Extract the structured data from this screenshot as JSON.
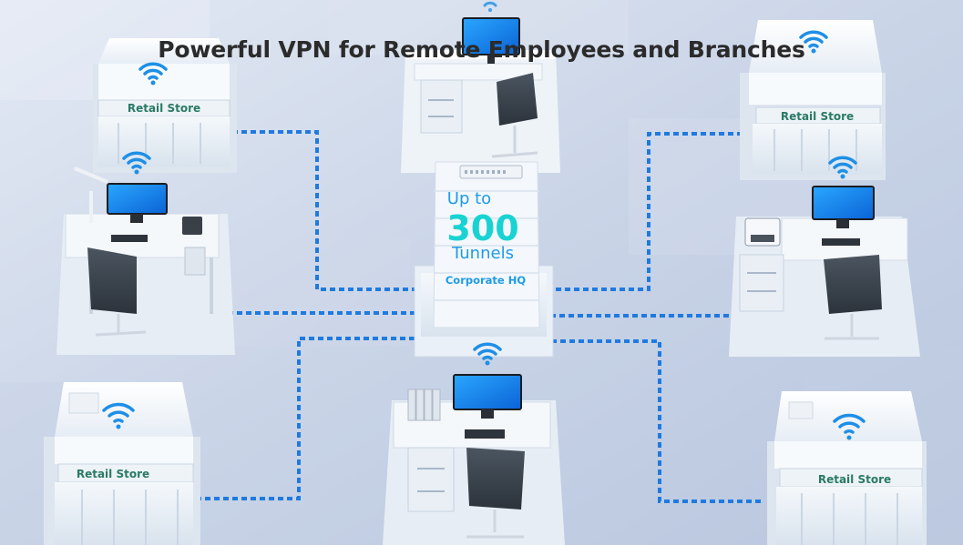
{
  "title": "Powerful VPN for Remote Employees and Branches",
  "hq": {
    "line1": "Up to",
    "number": "300",
    "line3": "Tunnels",
    "label": "Corporate HQ"
  },
  "stores": [
    {
      "label": "Retail Store"
    },
    {
      "label": "Retail Store"
    },
    {
      "label": "Retail Store"
    },
    {
      "label": "Retail Store"
    }
  ],
  "colors": {
    "background": "#cfd9ea",
    "link": "#1f7ae0",
    "wifi": "#1e8fe6",
    "hq_text": "#1e9be8",
    "hq_number": "#19d3d3",
    "store_label": "#2a7a66",
    "title": "#2b2b2b"
  },
  "icons": [
    "wifi-icon",
    "monitor-icon",
    "office-chair-icon",
    "desk-lamp-icon",
    "desk-phone-icon",
    "printer-icon",
    "router-icon"
  ]
}
